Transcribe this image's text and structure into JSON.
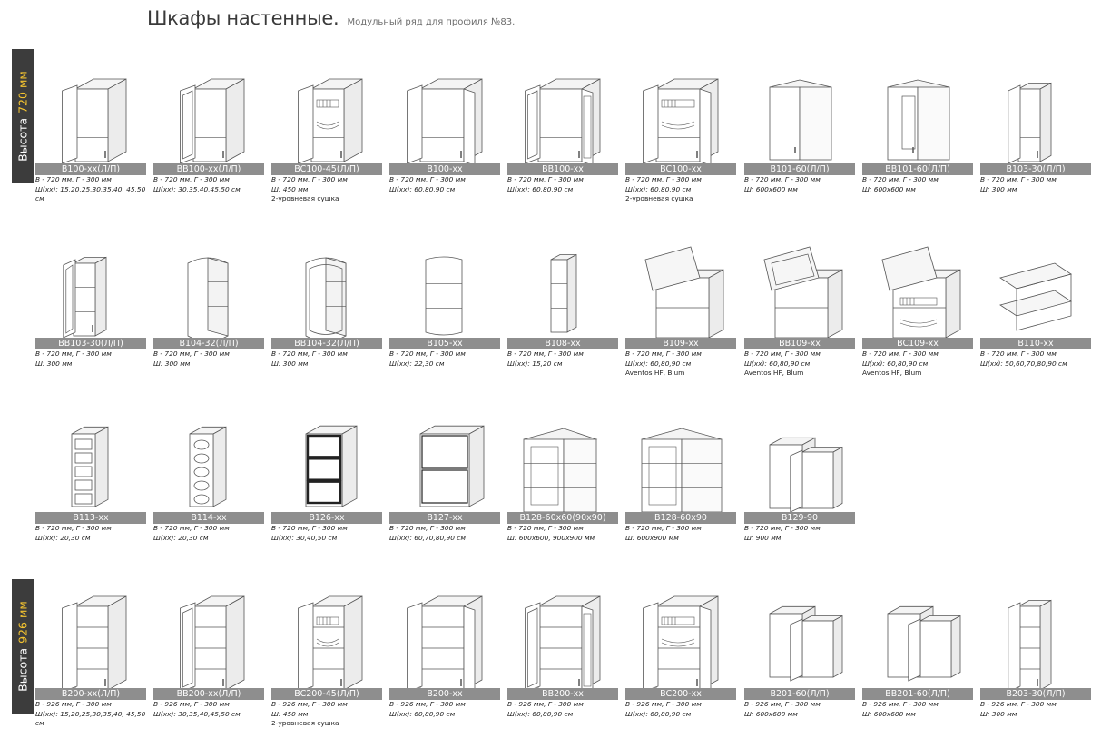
{
  "header": {
    "title": "Шкафы настенные.",
    "subtitle": "Модульный ряд для профиля №83."
  },
  "sections": [
    {
      "label": "Высота",
      "height": "720 мм"
    },
    {
      "label": "Высота",
      "height": "926 мм"
    }
  ],
  "items": [
    {
      "code": "B100-xx(Л/П)",
      "l1": "В - 720 мм, Г - 300 мм",
      "l2": "Ш(xx): 15,20,25,30,35,40, 45,50 см",
      "l3": "",
      "icon": "cabinet-open-door-icon"
    },
    {
      "code": "BB100-xx(Л/П)",
      "l1": "В - 720 мм, Г - 300 мм",
      "l2": "Ш(xx): 30,35,40,45,50 см",
      "l3": "",
      "icon": "cabinet-glass-door-icon"
    },
    {
      "code": "BC100-45(Л/П)",
      "l1": "В - 720 мм, Г - 300 мм",
      "l2": "Ш: 450 мм",
      "l3": "2-уровневая сушка",
      "icon": "cabinet-dryer-icon"
    },
    {
      "code": "B100-xx",
      "l1": "В - 720 мм, Г - 300 мм",
      "l2": "Ш(xx): 60,80,90 см",
      "l3": "",
      "icon": "cabinet-double-door-icon"
    },
    {
      "code": "BB100-xx",
      "l1": "В - 720 мм, Г - 300 мм",
      "l2": "Ш(xx): 60,80,90 см",
      "l3": "",
      "icon": "cabinet-double-glass-icon"
    },
    {
      "code": "BC100-xx",
      "l1": "В - 720 мм, Г - 300 мм",
      "l2": "Ш(xx): 60,80,90 см",
      "l3": "2-уровневая сушка",
      "icon": "cabinet-double-dryer-icon"
    },
    {
      "code": "B101-60(Л/П)",
      "l1": "В - 720 мм, Г - 300 мм",
      "l2": "Ш: 600x600 мм",
      "l3": "",
      "icon": "corner-cabinet-icon"
    },
    {
      "code": "BB101-60(Л/П)",
      "l1": "В - 720 мм, Г - 300 мм",
      "l2": "Ш: 600x600 мм",
      "l3": "",
      "icon": "corner-glass-cabinet-icon"
    },
    {
      "code": "B103-30(Л/П)",
      "l1": "В - 720 мм, Г - 300 мм",
      "l2": "Ш: 300 мм",
      "l3": "",
      "icon": "narrow-cabinet-icon"
    },
    {
      "code": "BB103-30(Л/П)",
      "l1": "В - 720 мм, Г - 300 мм",
      "l2": "Ш: 300 мм",
      "l3": "",
      "icon": "narrow-glass-cabinet-icon"
    },
    {
      "code": "B104-32(Л/П)",
      "l1": "В - 720 мм, Г - 300 мм",
      "l2": "Ш: 300 мм",
      "l3": "",
      "icon": "radius-cabinet-icon"
    },
    {
      "code": "BB104-32(Л/П)",
      "l1": "В - 720 мм, Г - 300 мм",
      "l2": "Ш: 300 мм",
      "l3": "",
      "icon": "radius-glass-cabinet-icon"
    },
    {
      "code": "B105-xx",
      "l1": "В - 720 мм, Г - 300 мм",
      "l2": "Ш(xx): 22,30 см",
      "l3": "",
      "icon": "open-end-shelf-icon"
    },
    {
      "code": "B108-xx",
      "l1": "В - 720 мм, Г - 300 мм",
      "l2": "Ш(xx): 15,20 см",
      "l3": "",
      "icon": "narrow-open-shelf-icon"
    },
    {
      "code": "B109-xx",
      "l1": "В - 720 мм, Г - 300 мм",
      "l2": "Ш(xx): 60,80,90 см",
      "l3": "Aventos HF, Blum",
      "icon": "lift-up-cabinet-icon"
    },
    {
      "code": "BB109-xx",
      "l1": "В - 720 мм, Г - 300 мм",
      "l2": "Ш(xx): 60,80,90 см",
      "l3": "Aventos HF, Blum",
      "icon": "lift-up-glass-cabinet-icon"
    },
    {
      "code": "BC109-xx",
      "l1": "В - 720 мм, Г - 300 мм",
      "l2": "Ш(xx): 60,80,90 см",
      "l3": "Aventos HF, Blum",
      "icon": "lift-up-dryer-cabinet-icon"
    },
    {
      "code": "B110-xx",
      "l1": "В - 720 мм, Г - 300 мм",
      "l2": "Ш(xx): 50,60,70,80,90 см",
      "l3": "",
      "icon": "open-shelf-unit-icon"
    },
    {
      "code": "B113-xx",
      "l1": "В - 720 мм, Г - 300 мм",
      "l2": "Ш(xx): 20,30 см",
      "l3": "",
      "icon": "bottle-rack-icon"
    },
    {
      "code": "B114-xx",
      "l1": "В - 720 мм, Г - 300 мм",
      "l2": "Ш(xx): 20,30 см",
      "l3": "",
      "icon": "wine-rack-icon"
    },
    {
      "code": "B126-xx",
      "l1": "В - 720 мм, Г - 300 мм",
      "l2": "Ш(xx): 30,40,50 см",
      "l3": "",
      "icon": "frame-cabinet-icon"
    },
    {
      "code": "B127-xx",
      "l1": "В - 720 мм, Г - 300 мм",
      "l2": "Ш(xx): 60,70,80,90 см",
      "l3": "",
      "icon": "frame-wide-cabinet-icon"
    },
    {
      "code": "B128-60x60(90x90)",
      "l1": "В - 720 мм, Г - 300 мм",
      "l2": "Ш: 600x600, 900x900 мм",
      "l3": "",
      "icon": "open-corner-unit-icon"
    },
    {
      "code": "B128-60x90",
      "l1": "В - 720 мм, Г - 300 мм",
      "l2": "Ш: 600x900 мм",
      "l3": "",
      "icon": "open-corner-wide-unit-icon"
    },
    {
      "code": "B129-90",
      "l1": "В - 720 мм, Г - 300 мм",
      "l2": "Ш: 900 мм",
      "l3": "",
      "icon": "l-corner-cabinet-icon"
    },
    {
      "code": "B200-xx(Л/П)",
      "l1": "В - 926 мм, Г - 300 мм",
      "l2": "Ш(xx): 15,20,25,30,35,40, 45,50 см",
      "l3": "",
      "icon": "tall-cabinet-open-door-icon"
    },
    {
      "code": "BB200-xx(Л/П)",
      "l1": "В - 926 мм, Г - 300 мм",
      "l2": "Ш(xx): 30,35,40,45,50 см",
      "l3": "",
      "icon": "tall-cabinet-glass-door-icon"
    },
    {
      "code": "BC200-45(Л/П)",
      "l1": "В - 926 мм, Г - 300 мм",
      "l2": "Ш: 450 мм",
      "l3": "2-уровневая сушка",
      "icon": "tall-cabinet-dryer-icon"
    },
    {
      "code": "B200-xx",
      "l1": "В - 926 мм, Г - 300 мм",
      "l2": "Ш(xx): 60,80,90 см",
      "l3": "",
      "icon": "tall-double-door-icon"
    },
    {
      "code": "BB200-xx",
      "l1": "В - 926 мм, Г - 300 мм",
      "l2": "Ш(xx): 60,80,90 см",
      "l3": "",
      "icon": "tall-double-glass-icon"
    },
    {
      "code": "BC200-xx",
      "l1": "В - 926 мм, Г - 300 мм",
      "l2": "Ш(xx): 60,80,90 см",
      "l3": "",
      "icon": "tall-double-dryer-icon"
    },
    {
      "code": "B201-60(Л/П)",
      "l1": "В - 926 мм, Г - 300 мм",
      "l2": "Ш: 600x600 мм",
      "l3": "",
      "icon": "tall-corner-cabinet-icon"
    },
    {
      "code": "BB201-60(Л/П)",
      "l1": "В - 926 мм, Г - 300 мм",
      "l2": "Ш: 600x600 мм",
      "l3": "",
      "icon": "tall-corner-glass-icon"
    },
    {
      "code": "B203-30(Л/П)",
      "l1": "В - 926 мм, Г - 300 мм",
      "l2": "Ш: 300 мм",
      "l3": "",
      "icon": "tall-narrow-cabinet-icon"
    }
  ]
}
